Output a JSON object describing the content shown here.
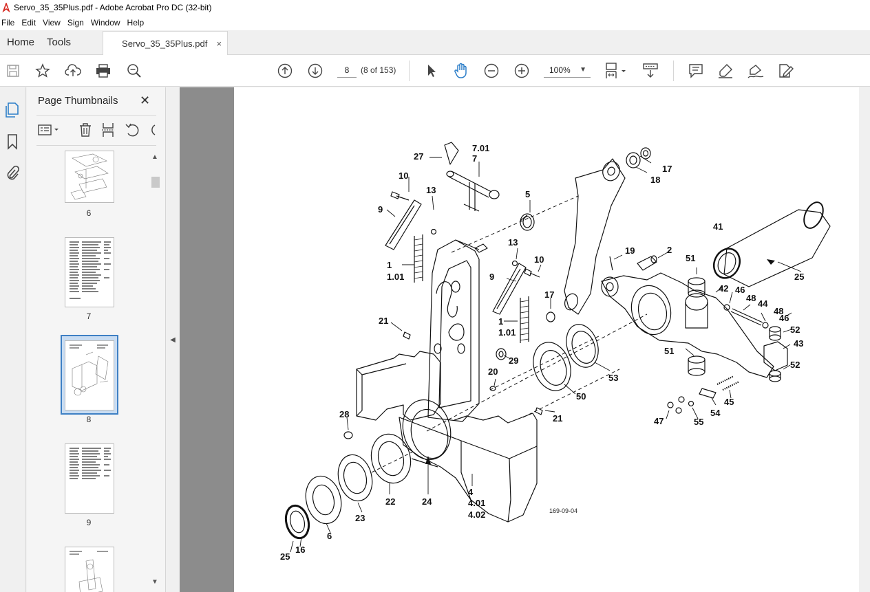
{
  "window": {
    "title": "Servo_35_35Plus.pdf - Adobe Acrobat Pro DC (32-bit)"
  },
  "menu": [
    "File",
    "Edit",
    "View",
    "Sign",
    "Window",
    "Help"
  ],
  "tabs": {
    "home": "Home",
    "tools": "Tools",
    "document": "Servo_35_35Plus.pdf",
    "close": "×"
  },
  "toolbar": {
    "page_number": "8",
    "page_of": "(8 of 153)",
    "zoom": "100%",
    "icons": [
      "save-icon",
      "star-icon",
      "upload-icon",
      "print-icon",
      "search-zoom-icon",
      "page-up-icon",
      "page-down-icon",
      "select-cursor-icon",
      "hand-icon",
      "zoom-out-icon",
      "zoom-in-icon",
      "fit-page-icon",
      "scroll-mode-icon",
      "comment-icon",
      "highlight-icon",
      "sign-icon",
      "edit-pdf-icon"
    ]
  },
  "sidebar": {
    "title": "Page Thumbnails",
    "close": "✕",
    "thumbnails": [
      {
        "label": "6"
      },
      {
        "label": "7"
      },
      {
        "label": "8",
        "selected": true
      },
      {
        "label": "9"
      }
    ]
  },
  "drawing": {
    "figure_code": "169-09-04",
    "callouts": [
      "27",
      "7.01",
      "7",
      "17",
      "18",
      "10",
      "13",
      "5",
      "9",
      "41",
      "1",
      "1.01",
      "13",
      "10",
      "19",
      "2",
      "51",
      "9",
      "25",
      "42",
      "46",
      "17",
      "48",
      "44",
      "48",
      "46",
      "21",
      "1",
      "1.01",
      "52",
      "43",
      "29",
      "51",
      "53",
      "52",
      "20",
      "50",
      "45",
      "28",
      "21",
      "54",
      "47",
      "55",
      "22",
      "24",
      "4",
      "4.01",
      "4.02",
      "23",
      "6",
      "16",
      "25"
    ]
  }
}
